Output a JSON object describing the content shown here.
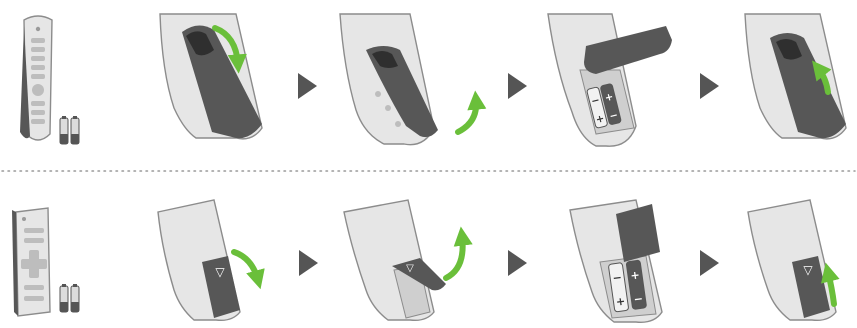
{
  "diagram": {
    "rows": [
      {
        "id": "magic-remote",
        "overview": "magic-remote-with-batteries",
        "steps": [
          "press-cover-down",
          "slide-cover-open",
          "insert-batteries",
          "slide-cover-closed"
        ]
      },
      {
        "id": "standard-remote",
        "overview": "standard-remote-with-batteries",
        "steps": [
          "press-cover-down",
          "lift-cover-open",
          "insert-batteries",
          "slide-cover-closed"
        ]
      }
    ],
    "battery_polarity_marks": [
      "+",
      "−"
    ],
    "cover_arrow_glyph": "▽",
    "colors": {
      "arrow_green": "#6abf3a",
      "remote_body": "#e6e6e6",
      "remote_outline": "#8c8c8c",
      "cover_dark": "#575757",
      "step_arrow": "#555555",
      "divider": "#9a9a9a"
    }
  }
}
